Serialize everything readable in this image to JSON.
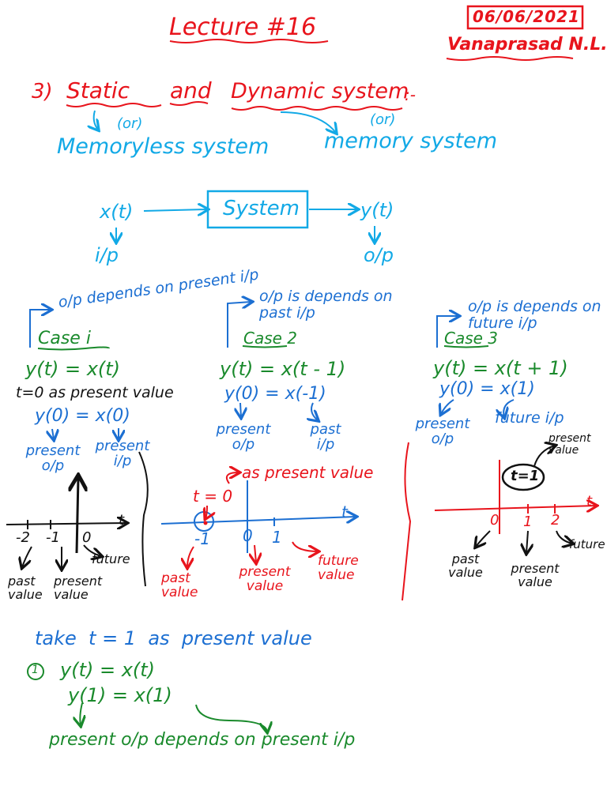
{
  "header": {
    "title": "Lecture #16",
    "date": "06/06/2021",
    "author": "Vanaprasad N.L."
  },
  "topic": {
    "number": "3)",
    "static": "Static",
    "and": "and",
    "dynamic": "Dynamic system",
    "colon": ":-",
    "or_left": "(or)",
    "or_right": "(or)",
    "memoryless": "Memoryless system",
    "memory": "memory system"
  },
  "block": {
    "input": "x(t)",
    "system": "System",
    "output": "y(t)",
    "ip": "i/p",
    "op": "o/p"
  },
  "case1": {
    "note": "o/p depends on present i/p",
    "label": "Case i",
    "eq": "y(t) = x(t)",
    "present_note": "t=0 as present value",
    "eq0": "y(0) = x(0)",
    "present_op": "present o/p",
    "present_ip": "present i/p",
    "axis_t": "t",
    "ticks": [
      "-2",
      "-1",
      "0"
    ],
    "past": "past value",
    "present": "present value",
    "future": "future"
  },
  "case2": {
    "note": "o/p is depends on past i/p",
    "label": "Case 2",
    "eq": "y(t) = x(t - 1)",
    "eq0": "y(0) = x(-1)",
    "present_op": "present o/p",
    "past_ip": "past i/p",
    "t0": "t = 0",
    "as_present": "as present value",
    "axis_t": "t",
    "ticks": [
      "-1",
      "0",
      "1"
    ],
    "past": "past value",
    "present": "present value",
    "future": "future value"
  },
  "case3": {
    "note": "o/p is depends on future i/p",
    "label": "Case 3",
    "eq": "y(t) = x(t + 1)",
    "eq0": "y(0) = x(1)",
    "present_op": "present o/p",
    "future_ip": "future i/p",
    "present_value": "present value",
    "t1": "t=1",
    "axis_t": "t",
    "ticks": [
      "0",
      "1",
      "2"
    ],
    "past": "past value",
    "present": "present value",
    "future": "future"
  },
  "bottom": {
    "take": "take  t = 1  as  present value",
    "num": "1",
    "eq": "y(t) = x(t)",
    "eq1": "y(1) = x(1)",
    "desc": "present o/p depends on present i/p"
  },
  "colors": {
    "red": "#e8141c",
    "blue": "#1c6fd2",
    "cyan": "#12a9e6",
    "green": "#1a8a2c",
    "black": "#111111"
  }
}
